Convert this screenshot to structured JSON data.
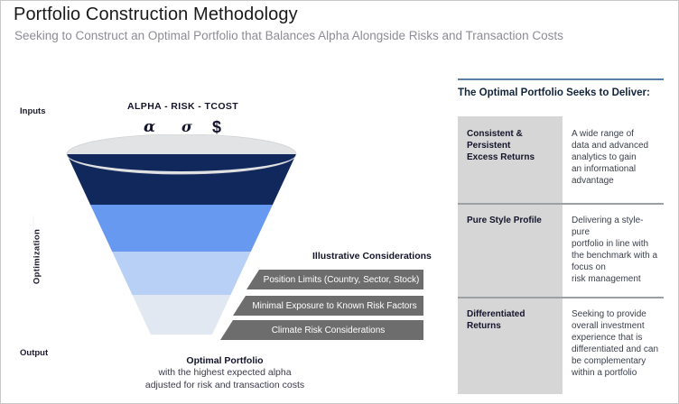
{
  "header": {
    "title": "Portfolio Construction Methodology",
    "subtitle": "Seeking to Construct an Optimal Portfolio that Balances Alpha Alongside Risks and Transaction Costs"
  },
  "axis": {
    "inputs_label": "Inputs",
    "optimization_label": "Optimization",
    "output_label": "Output",
    "arrow_icon": "dotted-down-arrow-icon"
  },
  "funnel": {
    "heading": "ALPHA - RISK - TCOST",
    "symbols": [
      "α",
      "σ",
      "$"
    ],
    "bands": [
      {
        "name": "rim",
        "color": "#e2e3e5"
      },
      {
        "name": "alpha",
        "color": "#11285c"
      },
      {
        "name": "risk",
        "color": "#6699ef"
      },
      {
        "name": "tcost",
        "color": "#b8d0f5"
      },
      {
        "name": "output",
        "color": "#e2e8f2"
      }
    ]
  },
  "considerations": {
    "title": "Illustrative Considerations",
    "color": "#6d6d6d",
    "items": [
      "Position Limits (Country, Sector, Stock)",
      "Minimal Exposure to Known Risk Factors",
      "Climate Risk Considerations"
    ]
  },
  "optimal": {
    "title": "Optimal Portfolio",
    "line1": "with the highest expected alpha",
    "line2": "adjusted for risk and transaction costs"
  },
  "panel": {
    "accent_color": "#5b7fa6",
    "heading": "The Optimal Portfolio Seeks to Deliver:",
    "rows": [
      {
        "label": "Consistent &\nPersistent\nExcess Returns",
        "description": "A wide range of\ndata and advanced\nanalytics to gain\nan informational\nadvantage"
      },
      {
        "label": "Pure Style Profile",
        "description": "Delivering a style-pure\nportfolio in line with\nthe benchmark with a\nfocus on\nrisk management"
      },
      {
        "label": "Differentiated\nReturns",
        "description": "Seeking to provide\noverall investment\nexperience that is\ndifferentiated and can\nbe complementary\nwithin a portfolio"
      }
    ]
  }
}
